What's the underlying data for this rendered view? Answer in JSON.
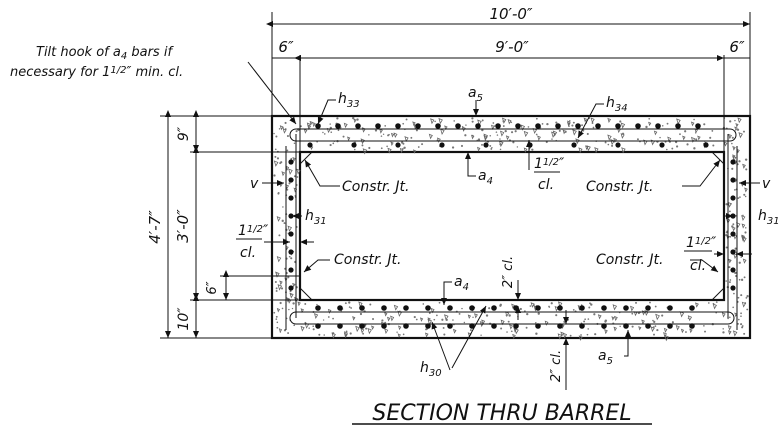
{
  "dims": {
    "overall_width": "10′-0″",
    "inner_width": "9′-0″",
    "left_wall": "6″",
    "right_wall": "6″",
    "overall_height": "4′-7″",
    "top_slab": "9″",
    "inner_height": "3′-0″",
    "bottom_slab": "10″",
    "fillet": "6″"
  },
  "note": {
    "line1": "Tilt hook of",
    "bar": "a",
    "bar_sub": "4",
    "line1_end": "bars if",
    "line2_pre": "necessary for",
    "cover_whole": "1",
    "cover_frac": "1/2",
    "line2_post": "″ min. cl."
  },
  "labels": {
    "h33": {
      "base": "h",
      "sub": "33"
    },
    "h34": {
      "base": "h",
      "sub": "34"
    },
    "a5_top": {
      "base": "a",
      "sub": "5"
    },
    "a4_top": {
      "base": "a",
      "sub": "4"
    },
    "v_left": "v",
    "v_right": "v",
    "h31_left": {
      "base": "h",
      "sub": "31"
    },
    "h31_right": {
      "base": "h",
      "sub": "31"
    },
    "a4_bottom": {
      "base": "a",
      "sub": "4"
    },
    "h30": {
      "base": "h",
      "sub": "30"
    },
    "a5_bottom": {
      "base": "a",
      "sub": "5"
    },
    "constr_jt": "Constr. Jt.",
    "cl": "cl.",
    "two_cl": "2″ cl.",
    "half_whole": "1",
    "half_frac": "1/2",
    "inch_mark": "″"
  },
  "title": "SECTION THRU BARREL"
}
